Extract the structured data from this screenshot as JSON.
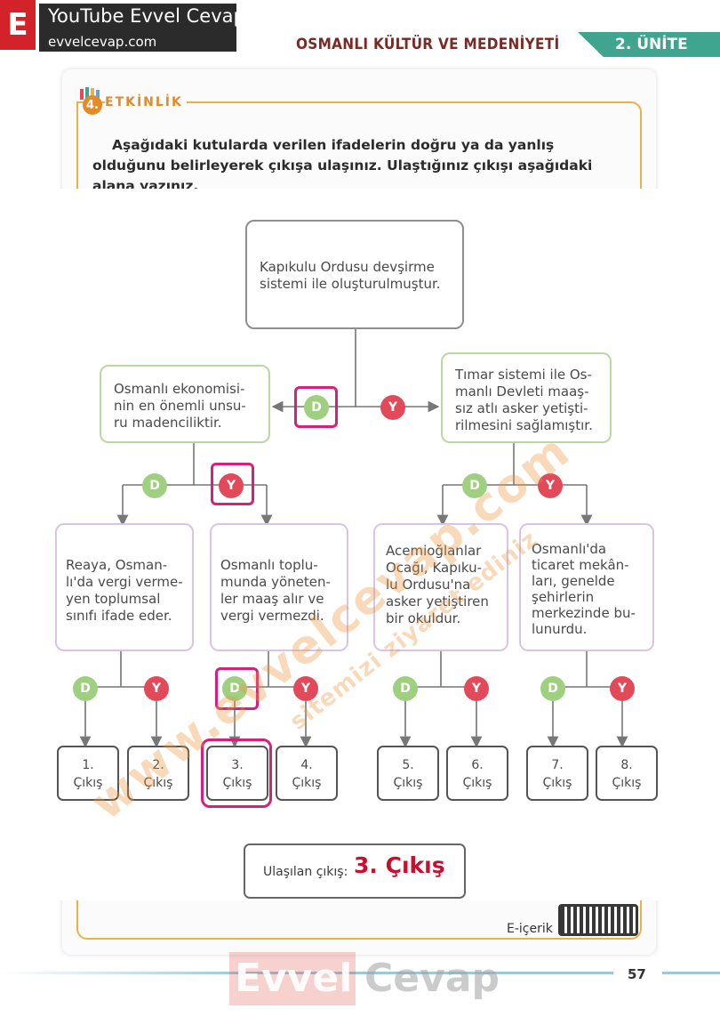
{
  "header": {
    "brand_letter": "E",
    "brand_title": "YouTube Evvel Cevap",
    "brand_url": "evvelcevap.com",
    "unit_title": "OSMANLI KÜLTÜR VE MEDENİYETİ",
    "unit_tab": "2. ÜNİTE"
  },
  "activity": {
    "number": "4.",
    "label": "ETKİNLİK",
    "instructions": "Aşağıdaki kutularda verilen ifadelerin doğru ya da yanlış olduğunu belirleyerek çıkışa ulaşınız. Ulaştığınız çıkışı aşağıdaki alana yazınız."
  },
  "flowchart": {
    "top": [
      "Kapıkulu Ordusu devşirme",
      "sistemi ile oluşturulmuştur."
    ],
    "left_mid": [
      "Osmanlı ekonomisi-",
      "nin en önemli unsu-",
      "ru madenciliktir."
    ],
    "right_mid": [
      "Tımar sistemi ile Os-",
      "manlı Devleti maaş-",
      "sız atlı asker yetişti-",
      "rilmesini sağlamıştır."
    ],
    "bottom_boxes": [
      [
        "Reaya, Osman-",
        "lı'da vergi verme-",
        "yen toplumsal",
        "sınıfı ifade eder."
      ],
      [
        "Osmanlı toplu-",
        "munda yöneten-",
        "ler maaş alır ve",
        "vergi vermezdi."
      ],
      [
        "Acemioğlanlar",
        "Ocağı, Kapıku-",
        "lu Ordusu'na",
        "asker yetiştiren",
        "bir okuldur."
      ],
      [
        "Osmanlı'da",
        "ticaret mekân-",
        "ları, genelde",
        "şehirlerin",
        "merkezinde bu-",
        "lunurdu."
      ]
    ],
    "true_label": "D",
    "false_label": "Y",
    "exits": [
      {
        "num": "1.",
        "label": "Çıkış"
      },
      {
        "num": "2.",
        "label": "Çıkış"
      },
      {
        "num": "3.",
        "label": "Çıkış"
      },
      {
        "num": "4.",
        "label": "Çıkış"
      },
      {
        "num": "5.",
        "label": "Çıkış"
      },
      {
        "num": "6.",
        "label": "Çıkış"
      },
      {
        "num": "7.",
        "label": "Çıkış"
      },
      {
        "num": "8.",
        "label": "Çıkış"
      }
    ]
  },
  "result": {
    "label": "Ulaşılan çıkış:",
    "value": "3. Çıkış"
  },
  "footer": {
    "eicerik": "E-içerik",
    "page_number": "57",
    "watermark_evvel": "Evvel",
    "watermark_cevap": "Cevap",
    "watermark_diag": "www.evvelcevap.com",
    "watermark_diag2": "sitemizi ziyaret ediniz"
  },
  "colors": {
    "true_circle": "#9fd080",
    "false_circle": "#e24a5a",
    "highlight": "#d4227a",
    "answer": "#c8102e"
  }
}
